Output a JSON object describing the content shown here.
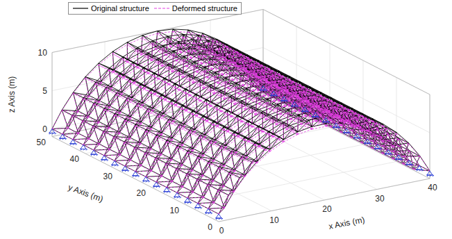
{
  "diagram": {
    "labels": [
      "z Axis (m)",
      "10",
      "5",
      "0",
      "50",
      "40",
      "30",
      "20",
      "10",
      "0",
      "y Axis (m)",
      "0",
      "10",
      "20",
      "30",
      "40",
      "x Axis (m)"
    ],
    "legend": [
      {
        "text": "Original structure"
      },
      {
        "text": "Deformed structure"
      }
    ]
  }
}
